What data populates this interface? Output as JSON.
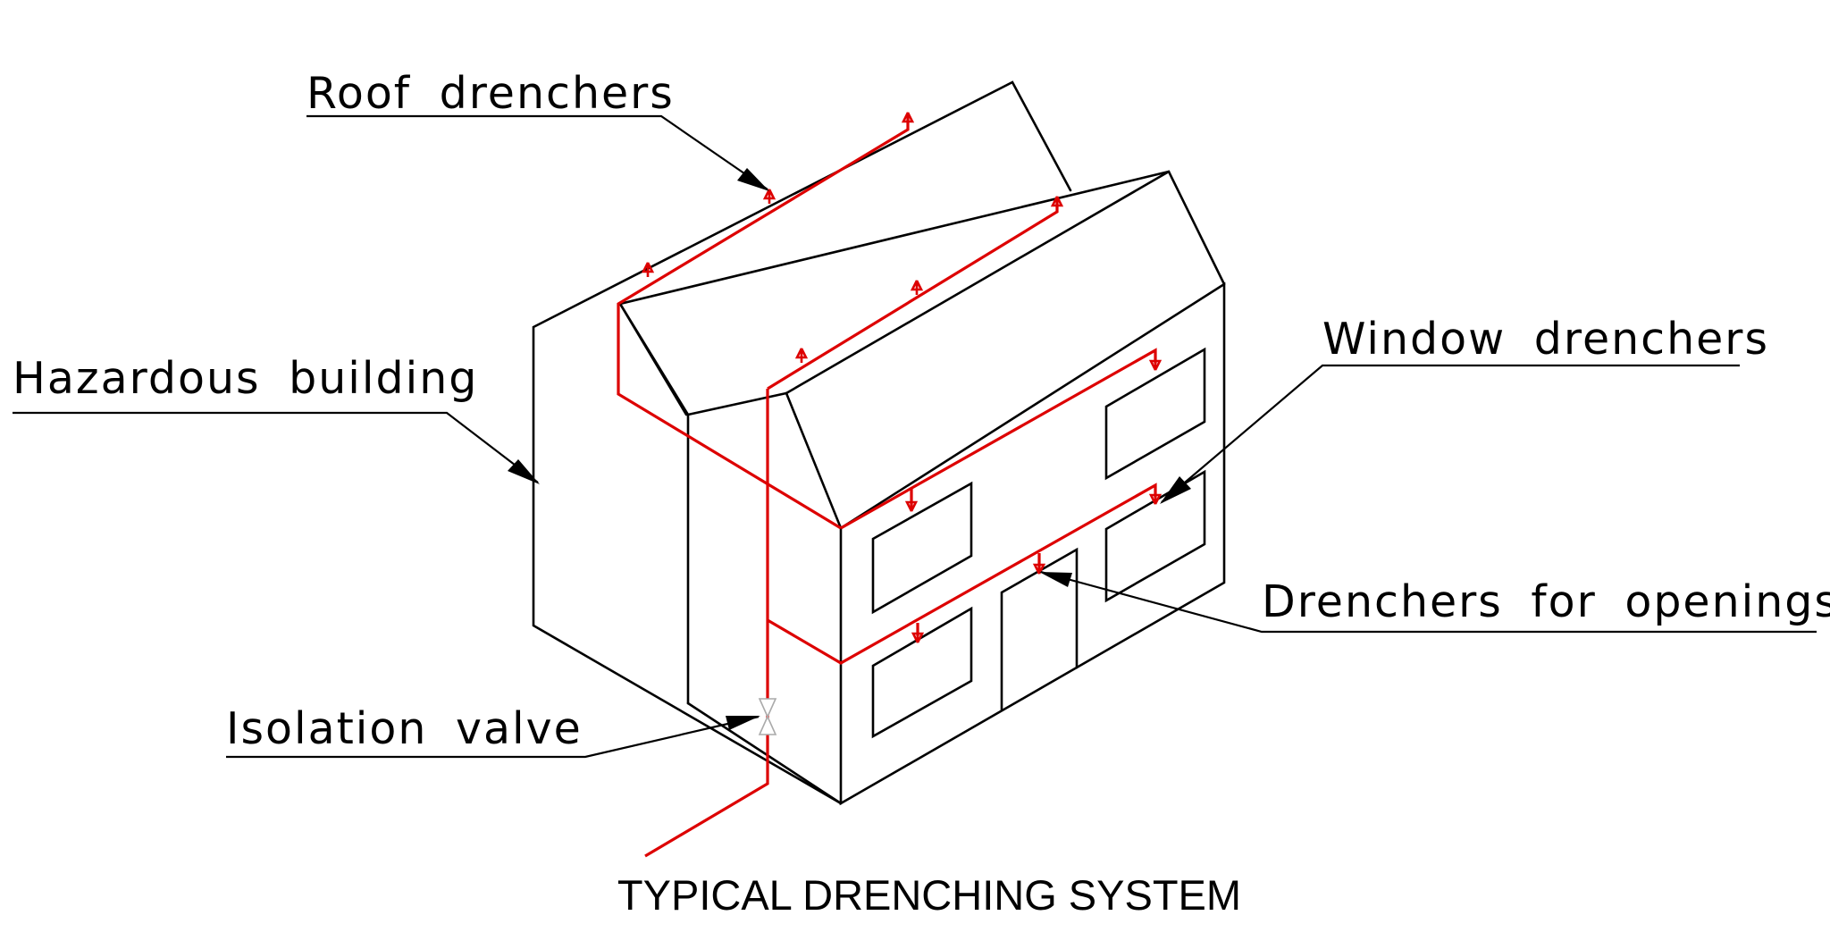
{
  "title": "TYPICAL DRENCHING SYSTEM",
  "labels": {
    "roof_drenchers": "Roof drenchers",
    "hazardous_building": "Hazardous building",
    "window_drenchers": "Window drenchers",
    "drenchers_for_openings": "Drenchers for openings",
    "isolation_valve": "Isolation valve"
  },
  "colors": {
    "outline": "#000000",
    "pipework": "#dd0000",
    "background": "#ffffff"
  }
}
